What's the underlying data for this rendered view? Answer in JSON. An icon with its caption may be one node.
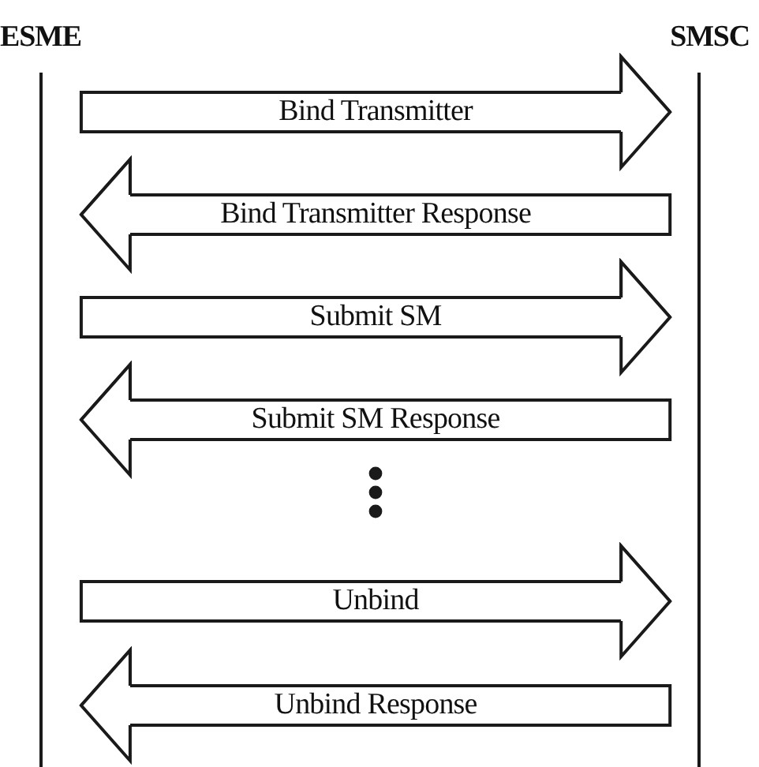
{
  "diagram": {
    "nodes": [
      {
        "text": [
          "ESME"
        ]
      },
      {
        "text": [
          "SMSC"
        ]
      }
    ],
    "edges": [
      {
        "from": 0,
        "to": 1,
        "arrow": "to",
        "label": "Bind Transmitter"
      },
      {
        "from": 1,
        "to": 0,
        "arrow": "to",
        "label": "Bind Transmitter Response"
      },
      {
        "from": 0,
        "to": 1,
        "arrow": "to",
        "label": "Submit SM"
      },
      {
        "from": 1,
        "to": 0,
        "arrow": "to",
        "label": "Submit SM Response"
      },
      {
        "from": 0,
        "to": 1,
        "arrow": "to",
        "label": "Unbind"
      },
      {
        "from": 1,
        "to": 0,
        "arrow": "to",
        "label": "Unbind Response"
      }
    ]
  }
}
